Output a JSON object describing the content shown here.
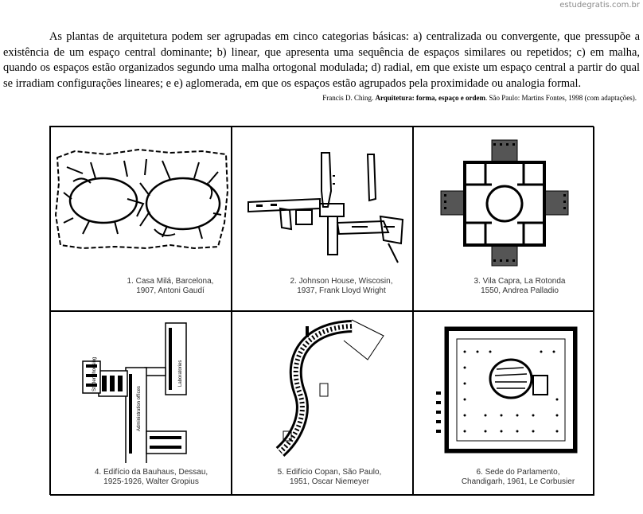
{
  "watermark": "estudegratis.com.br",
  "paragraph": "As plantas de arquitetura podem ser agrupadas em cinco categorias básicas: a) centralizada ou convergente, que pressupõe a existência de um espaço central dominante; b) linear, que apresenta uma sequência de espaços similares ou repetidos; c) em malha, quando os espaços estão organizados segundo uma malha ortogonal modulada; d) radial, em que existe um espaço central a partir do qual se irradiam configurações lineares; e e) aglomerada, em que os espaços estão agrupados pela proximidade ou analogia formal.",
  "citation": {
    "author": "Francis D. Ching. ",
    "title": "Arquitetura",
    "subtitle": ": forma, espaço e ordem",
    "rest": ". São Paulo: Martins Fontes, 1998 (com adaptações)."
  },
  "figures": [
    {
      "line1": "1. Casa Milá, Barcelona,",
      "line2": "1907, Antoni Gaudí"
    },
    {
      "line1": "2. Johnson House, Wiscosin,",
      "line2": "1937, Frank Lloyd Wright"
    },
    {
      "line1": "3. Vila Capra, La  Rotonda",
      "line2": "1550, Andrea Palladio"
    },
    {
      "line1": "4. Edifício da Bauhaus, Dessau,",
      "line2": "1925-1926, Walter Gropius"
    },
    {
      "line1": "5. Edifício Copan, São Paulo,",
      "line2": "1951, Oscar Niemeyer"
    },
    {
      "line1": "6.  Sede do Parlamento,",
      "line2": "Chandigarh, 1961, Le Corbusier"
    }
  ]
}
